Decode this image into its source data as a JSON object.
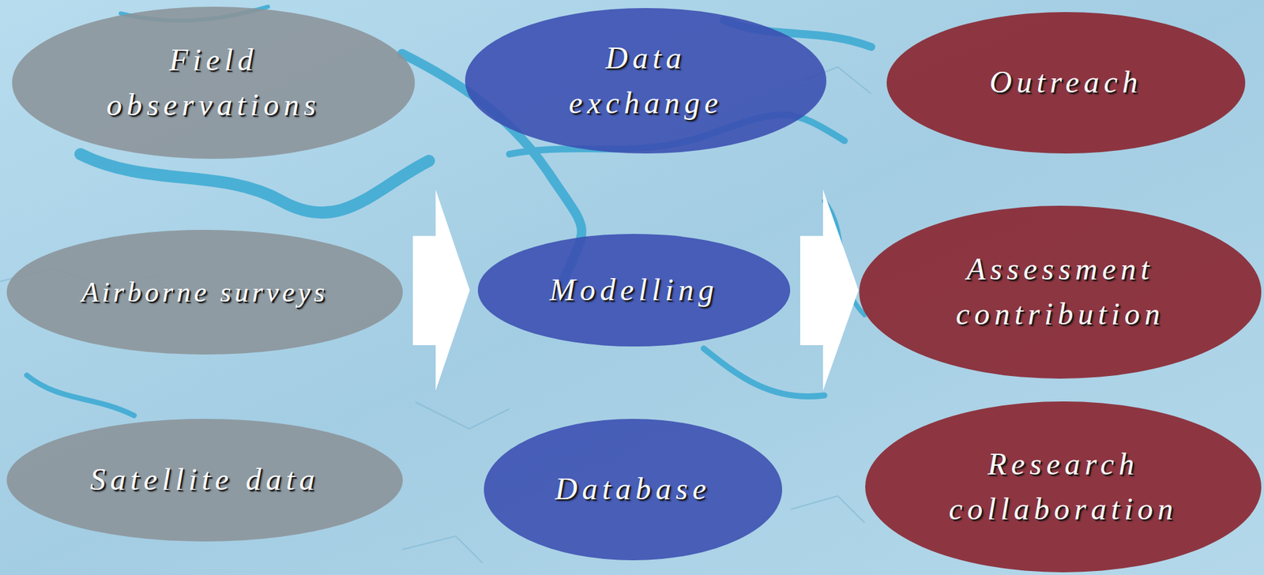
{
  "diagram": {
    "nodes": [
      {
        "text": [
          "Field observations"
        ]
      },
      {
        "text": [
          "Airborne surveys"
        ]
      },
      {
        "text": [
          "Satellite data"
        ]
      },
      {
        "text": [
          "Data exchange"
        ]
      },
      {
        "text": [
          "Modelling"
        ]
      },
      {
        "text": [
          "Database"
        ]
      },
      {
        "text": [
          "Outreach"
        ]
      },
      {
        "text": [
          "Assessment contribution"
        ]
      },
      {
        "text": [
          "Research collaboration"
        ]
      }
    ]
  }
}
